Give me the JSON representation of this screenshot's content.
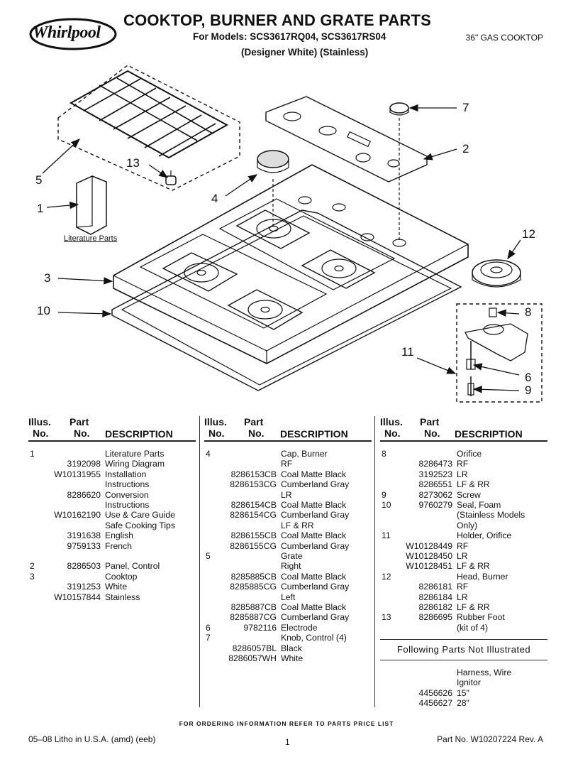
{
  "header": {
    "brand": "Whirlpool",
    "title": "COOKTOP, BURNER AND GRATE PARTS",
    "models_line": "For Models: SCS3617RQ04, SCS3617RS04",
    "colors_line": "(Designer White) (Stainless)",
    "product": "36\" GAS COOKTOP"
  },
  "diagram": {
    "literature_label": "Literature Parts",
    "callouts": [
      "1",
      "2",
      "3",
      "4",
      "5",
      "6",
      "7",
      "8",
      "9",
      "10",
      "11",
      "12",
      "13"
    ]
  },
  "table_headers": {
    "illus1": "Illus.",
    "illus2": "No.",
    "part1": "Part",
    "part2": "No.",
    "desc": "DESCRIPTION"
  },
  "columns": [
    [
      {
        "i": "1",
        "p": "",
        "d": "Literature Parts"
      },
      {
        "i": "",
        "p": "3192098",
        "d": "Wiring Diagram"
      },
      {
        "i": "",
        "p": "W10131955",
        "d": "Installation"
      },
      {
        "i": "",
        "p": "",
        "d": "Instructions"
      },
      {
        "i": "",
        "p": "8286620",
        "d": "Conversion"
      },
      {
        "i": "",
        "p": "",
        "d": "Instructions"
      },
      {
        "i": "",
        "p": "W10162190",
        "d": "Use & Care Guide"
      },
      {
        "i": "",
        "p": "",
        "d": "Safe Cooking Tips"
      },
      {
        "i": "",
        "p": "3191638",
        "d": "English"
      },
      {
        "i": "",
        "p": "9759133",
        "d": "French"
      },
      {
        "i": "",
        "p": "",
        "d": ""
      },
      {
        "i": "2",
        "p": "8286503",
        "d": "Panel, Control"
      },
      {
        "i": "3",
        "p": "",
        "d": "Cooktop"
      },
      {
        "i": "",
        "p": "3191253",
        "d": "White"
      },
      {
        "i": "",
        "p": "W10157844",
        "d": "Stainless"
      }
    ],
    [
      {
        "i": "4",
        "p": "",
        "d": "Cap, Burner"
      },
      {
        "i": "",
        "p": "",
        "d": "RF"
      },
      {
        "i": "",
        "p": "8286153CB",
        "d": "Coal Matte Black"
      },
      {
        "i": "",
        "p": "8286153CG",
        "d": "Cumberland Gray"
      },
      {
        "i": "",
        "p": "",
        "d": "LR"
      },
      {
        "i": "",
        "p": "8286154CB",
        "d": "Coal Matte Black"
      },
      {
        "i": "",
        "p": "8286154CG",
        "d": "Cumberland Gray"
      },
      {
        "i": "",
        "p": "",
        "d": "LF & RR"
      },
      {
        "i": "",
        "p": "8286155CB",
        "d": "Coal Matte Black"
      },
      {
        "i": "",
        "p": "8286155CG",
        "d": "Cumberland Gray"
      },
      {
        "i": "5",
        "p": "",
        "d": "Grate"
      },
      {
        "i": "",
        "p": "",
        "d": "Right"
      },
      {
        "i": "",
        "p": "8285885CB",
        "d": "Coal Matte Black"
      },
      {
        "i": "",
        "p": "8285885CG",
        "d": "Cumberland Gray"
      },
      {
        "i": "",
        "p": "",
        "d": "Left"
      },
      {
        "i": "",
        "p": "8285887CB",
        "d": "Coal Matte Black"
      },
      {
        "i": "",
        "p": "8285887CG",
        "d": "Cumberland Gray"
      },
      {
        "i": "6",
        "p": "9782116",
        "d": "Electrode"
      },
      {
        "i": "7",
        "p": "",
        "d": "Knob, Control (4)"
      },
      {
        "i": "",
        "p": "8286057BL",
        "d": "Black"
      },
      {
        "i": "",
        "p": "8286057WH",
        "d": "White"
      }
    ],
    [
      {
        "i": "8",
        "p": "",
        "d": "Orifice"
      },
      {
        "i": "",
        "p": "8286473",
        "d": "RF"
      },
      {
        "i": "",
        "p": "3192523",
        "d": "LR"
      },
      {
        "i": "",
        "p": "8286551",
        "d": "LF & RR"
      },
      {
        "i": "9",
        "p": "8273062",
        "d": "Screw"
      },
      {
        "i": "10",
        "p": "9760279",
        "d": "Seal, Foam"
      },
      {
        "i": "",
        "p": "",
        "d": "(Stainless Models"
      },
      {
        "i": "",
        "p": "",
        "d": "Only)"
      },
      {
        "i": "11",
        "p": "",
        "d": "Holder, Orifice"
      },
      {
        "i": "",
        "p": "W10128449",
        "d": "RF"
      },
      {
        "i": "",
        "p": "W10128450",
        "d": "LR"
      },
      {
        "i": "",
        "p": "W10128451",
        "d": "LF & RR"
      },
      {
        "i": "12",
        "p": "",
        "d": "Head, Burner"
      },
      {
        "i": "",
        "p": "8286181",
        "d": "RF"
      },
      {
        "i": "",
        "p": "8286184",
        "d": "LR"
      },
      {
        "i": "",
        "p": "8286182",
        "d": "LF & RR"
      },
      {
        "i": "13",
        "p": "8286695",
        "d": "Rubber Foot"
      },
      {
        "i": "",
        "p": "",
        "d": "(kit of 4)"
      }
    ]
  ],
  "not_illustrated": {
    "title": "Following Parts Not Illustrated",
    "rows": [
      {
        "p": "",
        "d": "Harness, Wire"
      },
      {
        "p": "",
        "d": "Ignitor"
      },
      {
        "p": "4456626",
        "d": "15\""
      },
      {
        "p": "4456627",
        "d": "28\""
      }
    ]
  },
  "footer": {
    "note": "FOR ORDERING INFORMATION REFER TO PARTS PRICE LIST",
    "left": "05–08 Litho in U.S.A. (amd) (eeb)",
    "page": "1",
    "right": "Part No. W10207224 Rev. A"
  }
}
